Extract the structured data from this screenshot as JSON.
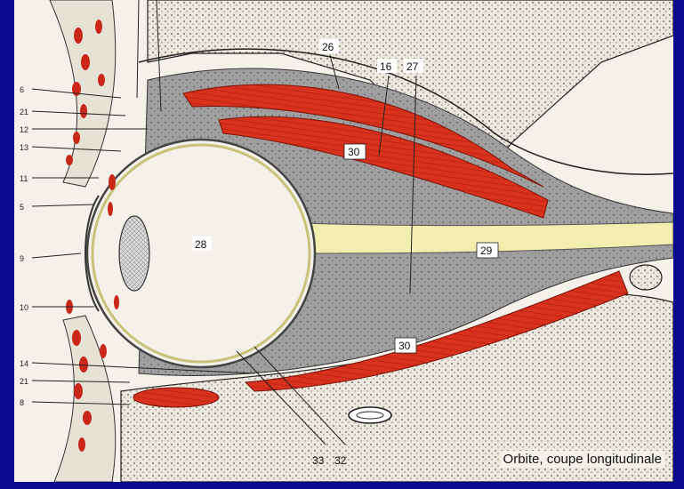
{
  "caption": "Orbite, coupe longitudinale",
  "labels": {
    "l26": "26",
    "l16": "16",
    "l27": "27",
    "l30_upper": "30",
    "l28": "28",
    "l29": "29",
    "l30_lower": "30",
    "l33": "33",
    "l32": "32"
  },
  "side_numbers": [
    "6",
    "21",
    "12",
    "13",
    "11",
    "5",
    "9",
    "10",
    "14",
    "21",
    "8"
  ],
  "colors": {
    "background": "#0a0a8c",
    "paper": "#f4f1ea",
    "muscle": "#d8321e",
    "fat": "#a9a9a9",
    "nerve": "#f2eeb0",
    "bone": "#e6e2d6"
  }
}
